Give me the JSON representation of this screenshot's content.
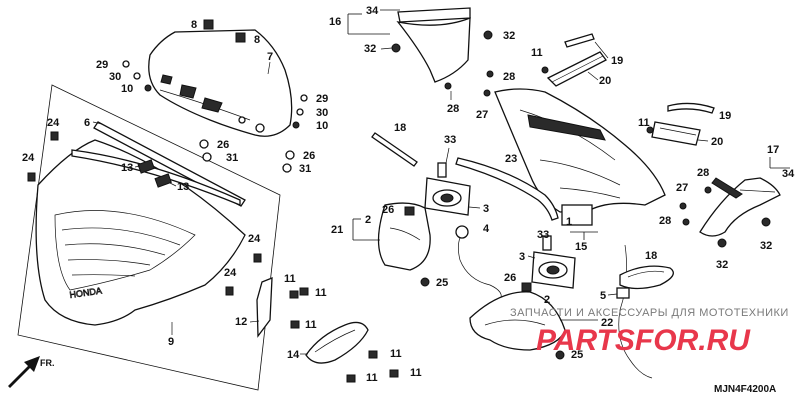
{
  "diagram": {
    "callouts": {
      "c1": "1",
      "c2": "2",
      "c3": "3",
      "c4": "4",
      "c5": "5",
      "c6": "6",
      "c7": "7",
      "c8": "8",
      "c9": "9",
      "c10": "10",
      "c11": "11",
      "c12": "12",
      "c13": "13",
      "c14": "14",
      "c15": "15",
      "c16": "16",
      "c17": "17",
      "c18": "18",
      "c19": "19",
      "c20": "20",
      "c21": "21",
      "c22": "22",
      "c23": "23",
      "c24": "24",
      "c25": "25",
      "c26": "26",
      "c27": "27",
      "c28": "28",
      "c29": "29",
      "c30": "30",
      "c31": "31",
      "c32": "32",
      "c33": "33",
      "c34": "34"
    },
    "direction_label": "FR.",
    "diagram_code": "MJN4F4200A",
    "watermark_text": "ЗАПЧАСТИ И АКСЕССУАРЫ ДЛЯ МОТОТЕХНИКИ",
    "watermark_logo": "PARTSFOR.RU",
    "windscreen_brand": "HONDA"
  },
  "colors": {
    "ink": "#111111",
    "watermark_red": "#e8374b",
    "watermark_gray": "#7a7a7a"
  }
}
